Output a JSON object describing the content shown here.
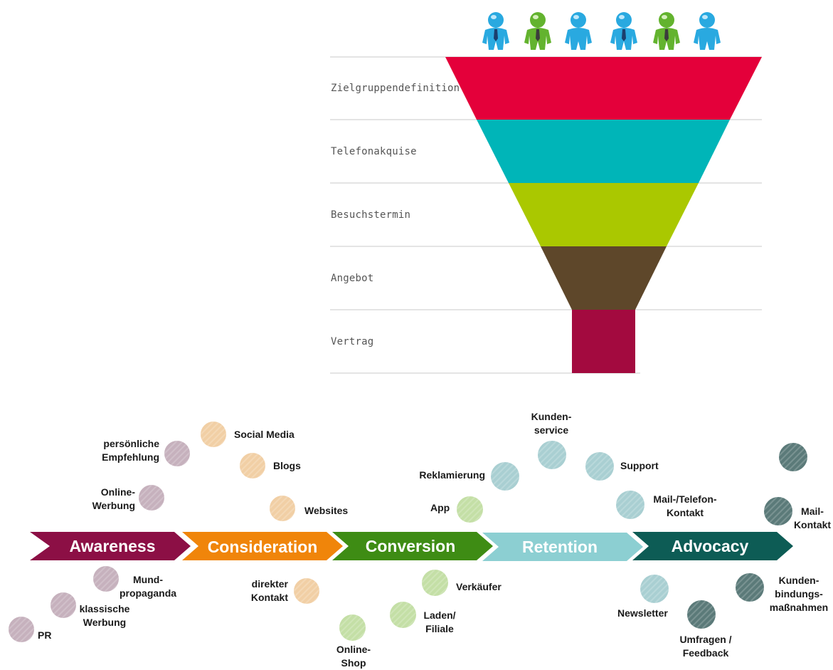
{
  "colors": {
    "funnel": [
      "#e4003a",
      "#00b5b8",
      "#aac800",
      "#5e472a",
      "#a30a3f"
    ],
    "line": "#c8c8c8",
    "person_blue": "#29a9e0",
    "person_green": "#63b32e",
    "tie_blue": "#1c3f6e",
    "tie_green": "#3c3c3c",
    "awareness": "#8c0f45",
    "consideration": "#f0850a",
    "conversion": "#3e8c14",
    "retention": "#8ccfd2",
    "advocacy": "#0d5c55",
    "dot_awareness": "#c6b1bd",
    "dot_consideration": "#f1cfa5",
    "dot_conversion": "#c4dfa6",
    "dot_retention": "#a9cfd2",
    "dot_advocacy": "#5b7a79"
  },
  "funnel": {
    "people": [
      {
        "icon": "person-icon",
        "variant": "blue-tie"
      },
      {
        "icon": "person-icon",
        "variant": "green-tie"
      },
      {
        "icon": "person-icon",
        "variant": "blue-plain"
      },
      {
        "icon": "person-icon",
        "variant": "blue-tie"
      },
      {
        "icon": "person-icon",
        "variant": "green-tie"
      },
      {
        "icon": "person-icon",
        "variant": "blue-plain"
      }
    ],
    "stages": [
      "Zielgruppendefinition",
      "Telefonakquise",
      "Besuchstermin",
      "Angebot",
      "Vertrag"
    ]
  },
  "journey": {
    "phases": [
      "Awareness",
      "Consideration",
      "Conversion",
      "Retention",
      "Advocacy"
    ],
    "touchpoints": {
      "persoenliche_empfehlung": "persönliche\nEmpfehlung",
      "online_werbung": "Online-\nWerbung",
      "social_media": "Social Media",
      "blogs": "Blogs",
      "websites": "Websites",
      "mundpropaganda": "Mund-\npropaganda",
      "klassische_werbung": "klassische\nWerbung",
      "pr": "PR",
      "direkter_kontakt": "direkter\nKontakt",
      "app": "App",
      "verkaeufer": "Verkäufer",
      "laden_filiale": "Laden/\nFiliale",
      "online_shop": "Online-\nShop",
      "kundenservice": "Kunden-\nservice",
      "reklamierung": "Reklamierung",
      "support": "Support",
      "mail_telefon_kontakt": "Mail-/Telefon-\nKontakt",
      "newsletter": "Newsletter",
      "umfragen_feedback": "Umfragen /\nFeedback",
      "kundenbindungsmassnahmen": "Kunden-\nbindungs-\nmaßnahmen",
      "mail_kontakt": "Mail-\nKontakt"
    }
  }
}
